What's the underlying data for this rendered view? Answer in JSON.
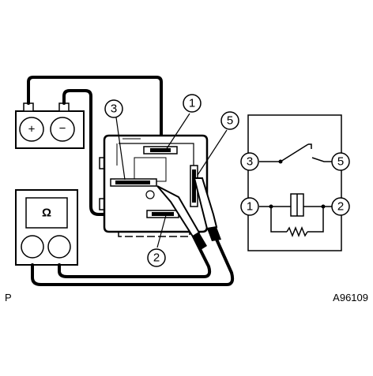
{
  "diagram": {
    "relay_terminals": {
      "t1": "1",
      "t2": "2",
      "t3": "3",
      "t5": "5"
    },
    "schematic_terminals": {
      "t3": "3",
      "t5": "5",
      "t1": "1",
      "t2": "2"
    },
    "battery_symbols": {
      "positive": "+",
      "negative": "−"
    },
    "ohmmeter_symbol": "Ω",
    "corner_left": "P",
    "figure_code": "A96109"
  }
}
